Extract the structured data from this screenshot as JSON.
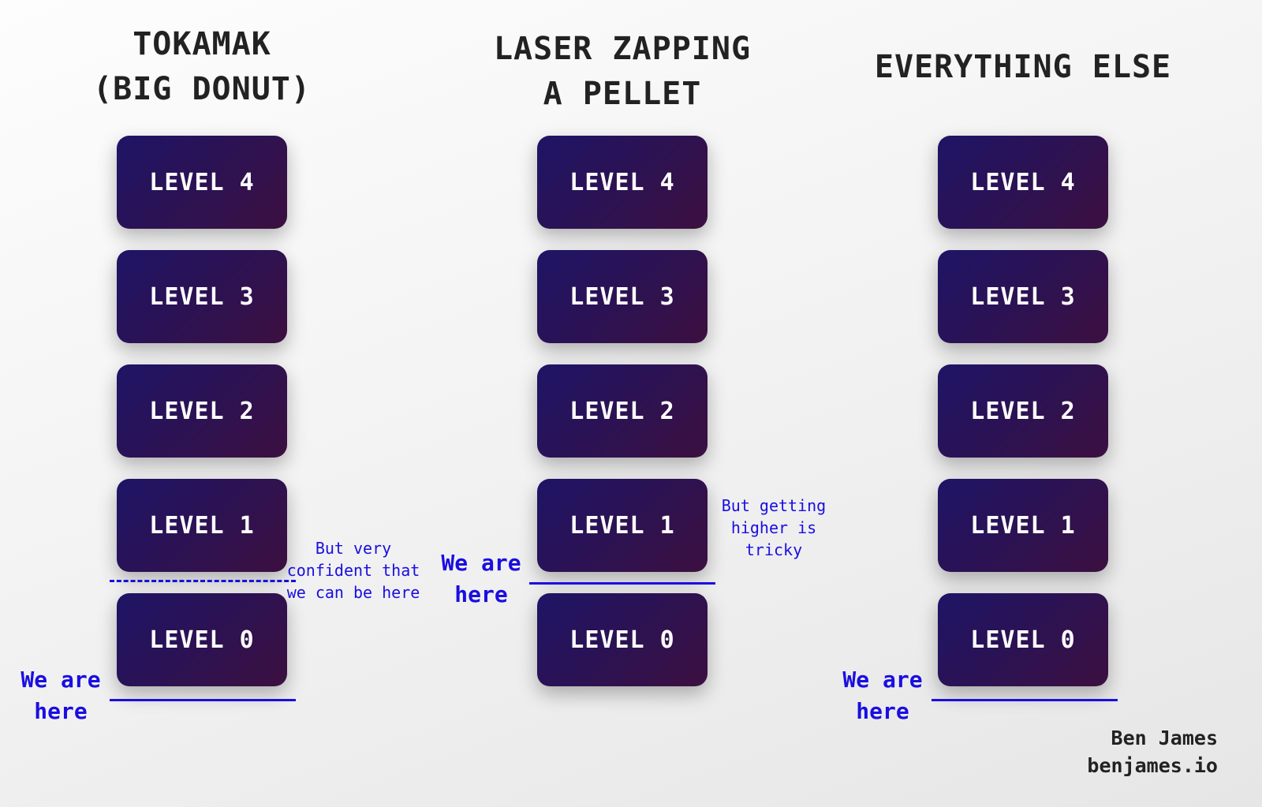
{
  "columns": [
    {
      "title_lines": [
        "TOKAMAK",
        "(BIG DONUT)"
      ],
      "levels": [
        "LEVEL 4",
        "LEVEL 3",
        "LEVEL 2",
        "LEVEL 1",
        "LEVEL 0"
      ],
      "marker": "We are here",
      "note": "But very confident that we can be here"
    },
    {
      "title_lines": [
        "LASER ZAPPING",
        "A PELLET"
      ],
      "levels": [
        "LEVEL 4",
        "LEVEL 3",
        "LEVEL 2",
        "LEVEL 1",
        "LEVEL 0"
      ],
      "marker": "We are here",
      "note": "But getting higher is tricky"
    },
    {
      "title_lines": [
        "EVERYTHING ELSE"
      ],
      "levels": [
        "LEVEL 4",
        "LEVEL 3",
        "LEVEL 2",
        "LEVEL 1",
        "LEVEL 0"
      ],
      "marker": "We are here"
    }
  ],
  "credit": {
    "name": "Ben James",
    "site": "benjames.io"
  },
  "colors": {
    "accent": "#1a0ee0",
    "box_start": "#1e1466",
    "box_end": "#3c1040"
  }
}
